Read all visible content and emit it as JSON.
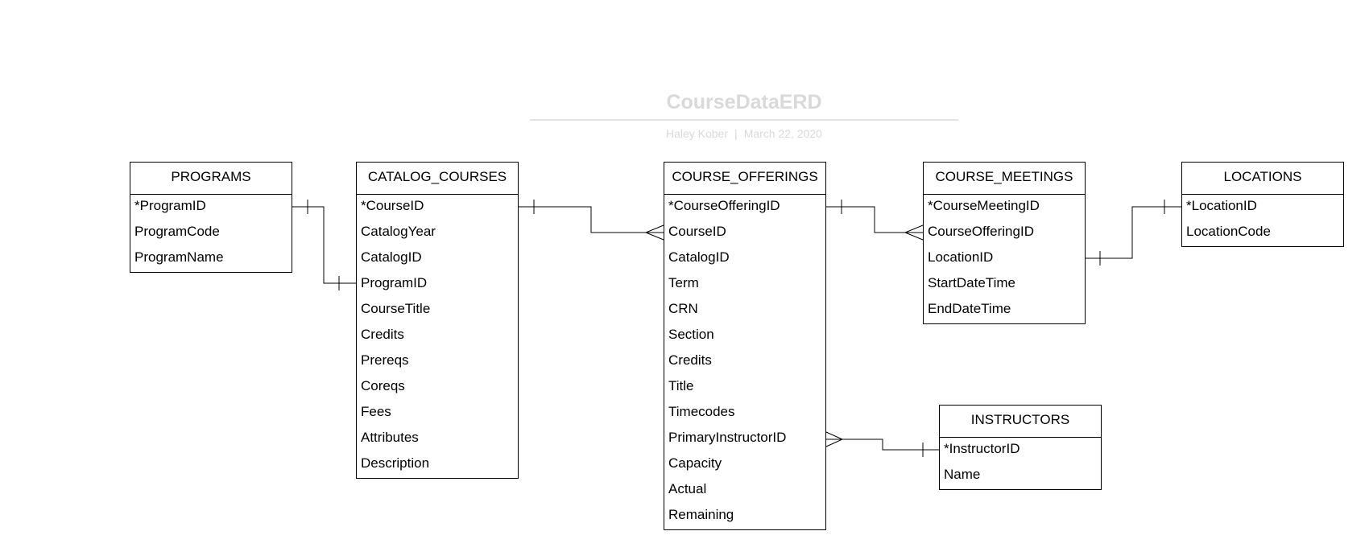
{
  "diagram": {
    "title": "CourseDataERD",
    "author": "Haley Kober",
    "separator": "|",
    "date": "March 22, 2020"
  },
  "entities": {
    "programs": {
      "name": "PROGRAMS",
      "fields": [
        "*ProgramID",
        "ProgramCode",
        "ProgramName"
      ]
    },
    "catalog_courses": {
      "name": "CATALOG_COURSES",
      "fields": [
        "*CourseID",
        "CatalogYear",
        "CatalogID",
        "ProgramID",
        "CourseTitle",
        "Credits",
        "Prereqs",
        "Coreqs",
        "Fees",
        "Attributes",
        "Description"
      ]
    },
    "course_offerings": {
      "name": "COURSE_OFFERINGS",
      "fields": [
        "*CourseOfferingID",
        "CourseID",
        "CatalogID",
        "Term",
        "CRN",
        "Section",
        "Credits",
        "Title",
        "Timecodes",
        "PrimaryInstructorID",
        "Capacity",
        "Actual",
        "Remaining"
      ]
    },
    "course_meetings": {
      "name": "COURSE_MEETINGS",
      "fields": [
        "*CourseMeetingID",
        "CourseOfferingID",
        "LocationID",
        "StartDateTime",
        "EndDateTime"
      ]
    },
    "locations": {
      "name": "LOCATIONS",
      "fields": [
        "*LocationID",
        "LocationCode"
      ]
    },
    "instructors": {
      "name": "INSTRUCTORS",
      "fields": [
        "*InstructorID",
        "Name"
      ]
    }
  },
  "relationships": [
    {
      "from": "PROGRAMS.*ProgramID",
      "to": "CATALOG_COURSES.ProgramID",
      "from_end": "one",
      "to_end": "one"
    },
    {
      "from": "CATALOG_COURSES.*CourseID",
      "to": "COURSE_OFFERINGS.CourseID",
      "from_end": "one",
      "to_end": "many"
    },
    {
      "from": "COURSE_OFFERINGS.*CourseOfferingID",
      "to": "COURSE_MEETINGS.CourseOfferingID",
      "from_end": "one",
      "to_end": "many"
    },
    {
      "from": "COURSE_MEETINGS.LocationID",
      "to": "LOCATIONS.*LocationID",
      "from_end": "one",
      "to_end": "one"
    },
    {
      "from": "COURSE_OFFERINGS.PrimaryInstructorID",
      "to": "INSTRUCTORS.*InstructorID",
      "from_end": "many",
      "to_end": "one"
    }
  ]
}
